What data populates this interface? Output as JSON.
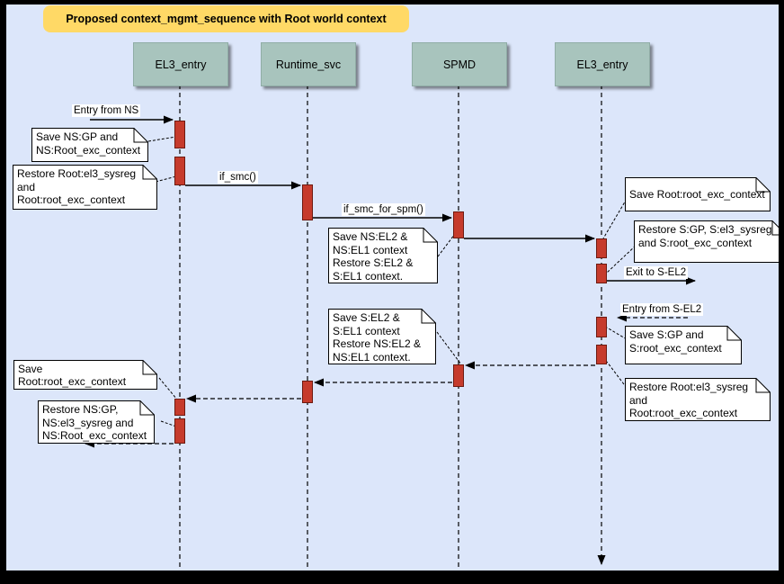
{
  "title": {
    "label": "Proposed context_mgmt_sequence with Root world context"
  },
  "lifelines": [
    {
      "name": "EL3_entry"
    },
    {
      "name": "Runtime_svc"
    },
    {
      "name": "SPMD"
    },
    {
      "name": "EL3_entry"
    }
  ],
  "messages": [
    {
      "id": "entry-from-ns",
      "label": "Entry from NS",
      "style": "solid"
    },
    {
      "id": "if-smc",
      "label": "if_smc()",
      "style": "solid"
    },
    {
      "id": "if-smc-for-spm",
      "label": "if_smc_for_spm()",
      "style": "solid"
    },
    {
      "id": "spmd-to-el3",
      "label": "",
      "style": "solid"
    },
    {
      "id": "exit-to-s-el2",
      "label": "Exit to S-EL2",
      "style": "solid"
    },
    {
      "id": "entry-from-s-el2",
      "label": "Entry from S-EL2",
      "style": "dashed"
    },
    {
      "id": "return-el3-to-spmd",
      "label": "",
      "style": "dashed"
    },
    {
      "id": "return-spmd-to-runtime",
      "label": "",
      "style": "dashed"
    },
    {
      "id": "return-runtime-to-el3",
      "label": "",
      "style": "dashed"
    },
    {
      "id": "exit-to-ns",
      "label": "",
      "style": "dashed"
    }
  ],
  "notes": [
    {
      "id": "save-ns-gp",
      "text": "Save NS:GP and\nNS:Root_exc_context"
    },
    {
      "id": "restore-root-el3-sysreg",
      "text": "Restore Root:el3_sysreg\nand\nRoot:root_exc_context"
    },
    {
      "id": "save-ns-el2-restore-s-el2",
      "text": "Save NS:EL2 &\nNS:EL1 context\nRestore S:EL2 &\nS:EL1 context."
    },
    {
      "id": "save-root-exc-context-top",
      "text": "Save Root:root_exc_context"
    },
    {
      "id": "restore-s-gp",
      "text": "Restore S:GP, S:el3_sysreg\nand S:root_exc_context"
    },
    {
      "id": "save-s-gp",
      "text": "Save S:GP and\nS:root_exc_context"
    },
    {
      "id": "restore-root-el3-sysreg-2",
      "text": "Restore Root:el3_sysreg\nand\nRoot:root_exc_context"
    },
    {
      "id": "save-s-el2-restore-ns-el2",
      "text": "Save S:EL2 &\nS:EL1 context\nRestore NS:EL2 &\nNS:EL1 context."
    },
    {
      "id": "save-root-exc-context-bottom",
      "text": "Save Root:root_exc_context"
    },
    {
      "id": "restore-ns-gp",
      "text": "Restore NS:GP,\nNS:el3_sysreg and\nNS:Root_exc_context"
    }
  ],
  "colors": {
    "frame": "#000000",
    "background": "#dce6fa",
    "title_bg": "#ffd966",
    "lifeline_header_bg": "#a8c4bd",
    "activation_fill": "#c63b2c",
    "activation_border": "#6e1a10",
    "note_bg": "#ffffff",
    "line": "#000000"
  }
}
